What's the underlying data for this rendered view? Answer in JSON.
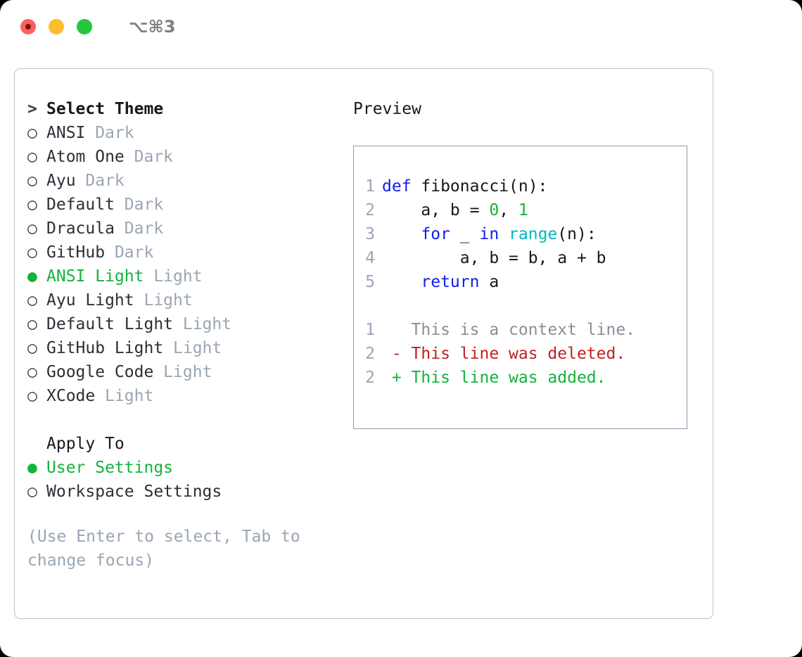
{
  "titlebar": {
    "shortcut": "⌥⌘3",
    "buttons": [
      {
        "name": "close",
        "color": "#fa625c"
      },
      {
        "name": "minimize",
        "color": "#fdbc2f"
      },
      {
        "name": "maximize",
        "color": "#25c73e"
      }
    ]
  },
  "theme_section": {
    "header_marker": ">",
    "header": "Select Theme",
    "items": [
      {
        "marker": "○",
        "name": "ANSI",
        "suffix": "Dark",
        "selected": false
      },
      {
        "marker": "○",
        "name": "Atom One",
        "suffix": "Dark",
        "selected": false
      },
      {
        "marker": "○",
        "name": "Ayu",
        "suffix": "Dark",
        "selected": false
      },
      {
        "marker": "○",
        "name": "Default",
        "suffix": "Dark",
        "selected": false
      },
      {
        "marker": "○",
        "name": "Dracula",
        "suffix": "Dark",
        "selected": false
      },
      {
        "marker": "○",
        "name": "GitHub",
        "suffix": "Dark",
        "selected": false
      },
      {
        "marker": "●",
        "name": "ANSI Light",
        "suffix": "Light",
        "selected": true
      },
      {
        "marker": "○",
        "name": "Ayu Light",
        "suffix": "Light",
        "selected": false
      },
      {
        "marker": "○",
        "name": "Default Light",
        "suffix": "Light",
        "selected": false
      },
      {
        "marker": "○",
        "name": "GitHub Light",
        "suffix": "Light",
        "selected": false
      },
      {
        "marker": "○",
        "name": "Google Code",
        "suffix": "Light",
        "selected": false
      },
      {
        "marker": "○",
        "name": "XCode",
        "suffix": "Light",
        "selected": false
      }
    ]
  },
  "apply_section": {
    "header": "Apply To",
    "items": [
      {
        "marker": "●",
        "name": "User Settings",
        "selected": true
      },
      {
        "marker": "○",
        "name": "Workspace Settings",
        "selected": false
      }
    ]
  },
  "hint": "(Use Enter to select, Tab to change focus)",
  "preview": {
    "title": "Preview",
    "code_lines": [
      {
        "no": "1",
        "tokens": [
          {
            "t": "def",
            "c": "kw"
          },
          {
            "t": " fibonacci(n):",
            "c": "id"
          }
        ]
      },
      {
        "no": "2",
        "tokens": [
          {
            "t": "    a, b = ",
            "c": "id"
          },
          {
            "t": "0",
            "c": "num"
          },
          {
            "t": ", ",
            "c": "id"
          },
          {
            "t": "1",
            "c": "num"
          }
        ]
      },
      {
        "no": "3",
        "tokens": [
          {
            "t": "    ",
            "c": "id"
          },
          {
            "t": "for",
            "c": "kw"
          },
          {
            "t": " _ ",
            "c": "id"
          },
          {
            "t": "in",
            "c": "kw"
          },
          {
            "t": " ",
            "c": "id"
          },
          {
            "t": "range",
            "c": "fn"
          },
          {
            "t": "(n):",
            "c": "id"
          }
        ]
      },
      {
        "no": "4",
        "tokens": [
          {
            "t": "        a, b = b, a + b",
            "c": "id"
          }
        ]
      },
      {
        "no": "5",
        "tokens": [
          {
            "t": "    ",
            "c": "id"
          },
          {
            "t": "return",
            "c": "kw"
          },
          {
            "t": " a",
            "c": "id"
          }
        ]
      }
    ],
    "diff_lines": [
      {
        "no": "1",
        "sign": " ",
        "text": "This is a context line.",
        "kind": "ctx"
      },
      {
        "no": "2",
        "sign": "-",
        "text": "This line was deleted.",
        "kind": "del"
      },
      {
        "no": "2",
        "sign": "+",
        "text": "This line was added.",
        "kind": "add"
      }
    ]
  },
  "colors": {
    "accent_green": "#13b23c",
    "muted": "#9aa6b4",
    "keyword_blue": "#1020ee",
    "function_cyan": "#00b8c4",
    "diff_delete_red": "#c22121",
    "panel_border": "#b8c0cc",
    "preview_border": "#8d9bab"
  }
}
